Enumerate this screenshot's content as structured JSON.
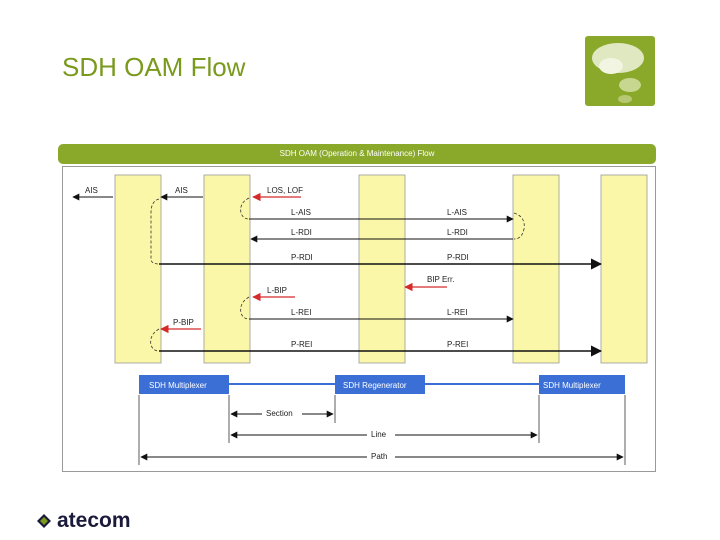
{
  "slide": {
    "title": "SDH OAM Flow"
  },
  "banner": {
    "label": "SDH OAM (Operation & Maintenance) Flow"
  },
  "signals": {
    "ais_left": "AIS",
    "ais_mid": "AIS",
    "los_lof": "LOS, LOF",
    "l_ais_1": "L-AIS",
    "l_ais_2": "L-AIS",
    "l_rdi_1": "L-RDI",
    "l_rdi_2": "L-RDI",
    "p_rdi_1": "P-RDI",
    "p_rdi_2": "P-RDI",
    "bip_err": "BIP Err.",
    "l_bip": "L-BIP",
    "l_rei_1": "L-REI",
    "l_rei_2": "L-REI",
    "p_bip": "P-BIP",
    "p_rei_1": "P-REI",
    "p_rei_2": "P-REI"
  },
  "nodes": {
    "left": "SDH Multiplexer",
    "middle": "SDH Regenerator",
    "right": "SDH Multiplexer"
  },
  "spans": {
    "section": "Section",
    "line": "Line",
    "path": "Path"
  },
  "brand": {
    "name": "atecom"
  },
  "colors": {
    "accent_green": "#8aa82a",
    "node_blue": "#3b6fd6",
    "alarm_red": "#d42a2a",
    "column_yellow": "#fbf7a8"
  }
}
